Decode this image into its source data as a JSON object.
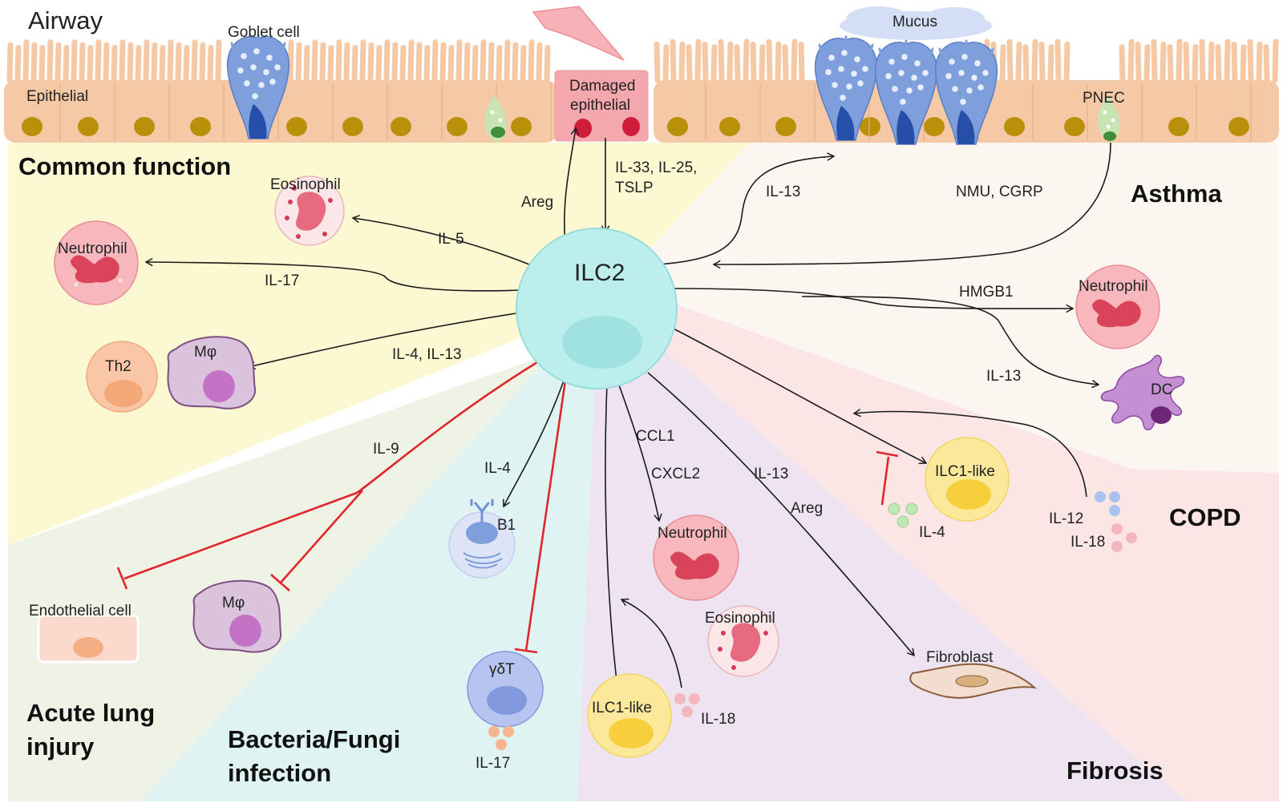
{
  "title": "Airway",
  "regions": {
    "common": "Common function",
    "asthma": "Asthma",
    "copd": "COPD",
    "fibrosis": "Fibrosis",
    "ali": [
      "Acute lung",
      "injury"
    ],
    "bacteria": [
      "Bacteria/Fungi",
      "infection"
    ]
  },
  "center": "ILC2",
  "top": {
    "goblet": "Goblet cell",
    "epithelial": "Epithelial",
    "damaged": [
      "Damaged",
      "epithelial"
    ],
    "mucus": "Mucus",
    "pnec": "PNEC"
  },
  "cells": {
    "eosinophil_top": "Eosinophil",
    "neutrophil_left": "Neutrophil",
    "th2": "Th2",
    "macro_left": "Mφ",
    "neutrophil_right": "Neutrophil",
    "dc": "DC",
    "ilc1_right": "ILC1-like",
    "neutrophil_mid": "Neutrophil",
    "eosinophil_mid": "Eosinophil",
    "fibroblast": "Fibroblast",
    "ilc1_bottom": "ILC1-like",
    "gdt": "γδT",
    "b1": "B1",
    "macro_bottom": "Mφ",
    "endothelial": "Endothelial cell"
  },
  "labels": {
    "il33": [
      "IL-33, IL-25,",
      "TSLP"
    ],
    "areg_top": "Areg",
    "il5": "IL-5",
    "il17_left": "IL-17",
    "il4il13": "IL-4, IL-13",
    "il13_asthma": "IL-13",
    "nmu": "NMU, CGRP",
    "hmgb1": "HMGB1",
    "il13_dc": "IL-13",
    "il4_copd": "IL-4",
    "il12": "IL-12",
    "il18_copd": "IL-18",
    "ccl1": "CCL1",
    "cxcl2": "CXCL2",
    "il13_fib": "IL-13",
    "areg_fib": "Areg",
    "il18_bottom": "IL-18",
    "il17_bottom": "IL-17",
    "il4_b1": "IL-4",
    "il9": "IL-9"
  },
  "colors": {
    "epithelium": "#f6c9a6",
    "nucleus": "#b8900a",
    "goblet": "#7f9fdc",
    "ilc2": "#bdeeee",
    "inhibition": "#e0252b",
    "common_bg": "#fbf8d2",
    "asthma_bg": "#fcf6f1",
    "copd_bg": "#fbe5e5",
    "fibrosis_bg": "#ede3f1",
    "bacteria_bg": "#dff3f3",
    "ali_bg": "#eff3e5"
  }
}
